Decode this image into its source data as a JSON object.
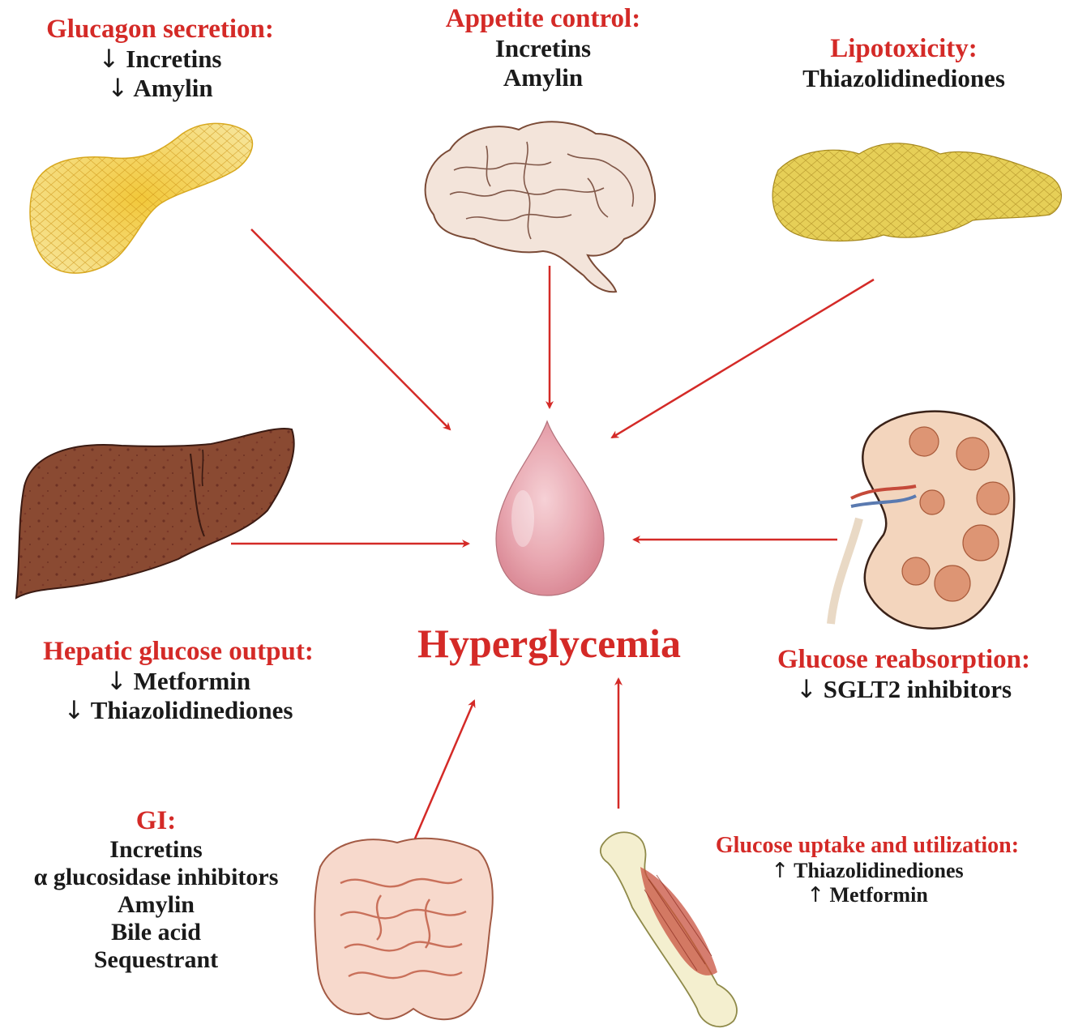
{
  "center": {
    "label": "Hyperglycemia"
  },
  "glucagon": {
    "title": "Glucagon secretion:",
    "items": [
      {
        "arrow": "↓",
        "text": "Incretins"
      },
      {
        "arrow": "↓",
        "text": "Amylin"
      }
    ]
  },
  "appetite": {
    "title": "Appetite control:",
    "items": [
      {
        "arrow": "",
        "text": "Incretins"
      },
      {
        "arrow": "",
        "text": "Amylin"
      }
    ]
  },
  "lipotoxicity": {
    "title": "Lipotoxicity:",
    "items": [
      {
        "arrow": "",
        "text": "Thiazolidinediones"
      }
    ]
  },
  "hepatic": {
    "title": "Hepatic glucose output:",
    "items": [
      {
        "arrow": "↓",
        "text": "Metformin"
      },
      {
        "arrow": "↓",
        "text": "Thiazolidinediones"
      }
    ]
  },
  "reabsorption": {
    "title": "Glucose reabsorption:",
    "items": [
      {
        "arrow": "↓",
        "text": "SGLT2 inhibitors"
      }
    ]
  },
  "gi": {
    "title": "GI:",
    "items": [
      {
        "arrow": "",
        "text": "Incretins"
      },
      {
        "arrow": "",
        "text": "α glucosidase inhibitors"
      },
      {
        "arrow": "",
        "text": "Amylin"
      },
      {
        "arrow": "",
        "text": "Bile acid"
      },
      {
        "arrow": "",
        "text": "Sequestrant"
      }
    ]
  },
  "uptake": {
    "title": "Glucose uptake and utilization:",
    "items": [
      {
        "arrow": "↑",
        "text": "Thiazolidinediones"
      },
      {
        "arrow": "↑",
        "text": "Metformin"
      }
    ]
  },
  "colors": {
    "accent_red": "#d42a27",
    "text_dark": "#1a1a1a",
    "pancreas_yellow": "#e9c02a",
    "brain_brown": "#b98a72",
    "adipose_yellow": "#d9b93a",
    "liver_brown": "#8a4a32",
    "kidney_orange": "#c9744a",
    "drop_pink": "#e7a2ac",
    "intestine_orange": "#e08a6e",
    "muscle_red": "#c8513f"
  },
  "icons": [
    "pancreas-icon",
    "brain-icon",
    "adipose-tissue-icon",
    "liver-icon",
    "kidney-icon",
    "blood-drop-icon",
    "intestine-icon",
    "muscle-icon"
  ]
}
